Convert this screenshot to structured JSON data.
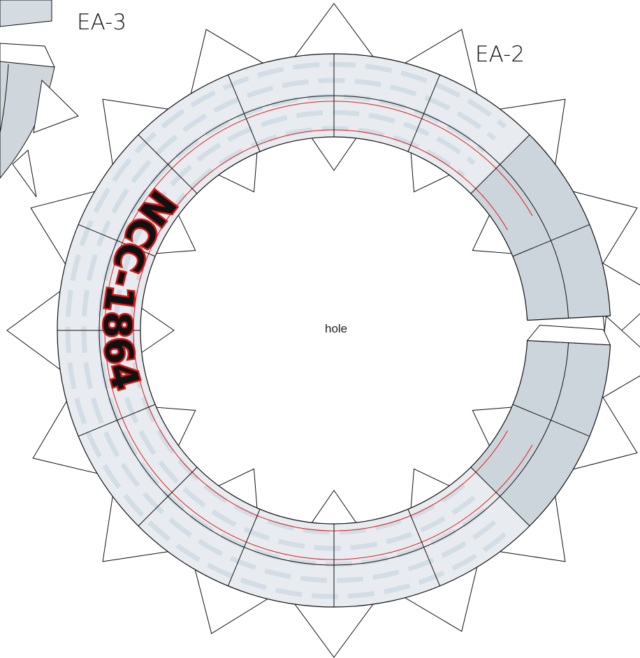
{
  "labels": {
    "part_a": "EA-3",
    "part_b": "EA-2",
    "center": "hole",
    "registry": "NCC-1864"
  },
  "colors": {
    "hull_light": "#e8ecf0",
    "hull_dark": "#cdd5dc",
    "panel_pattern": "#d3dde5",
    "red_line": "#e01a1a",
    "line": "#111111"
  }
}
